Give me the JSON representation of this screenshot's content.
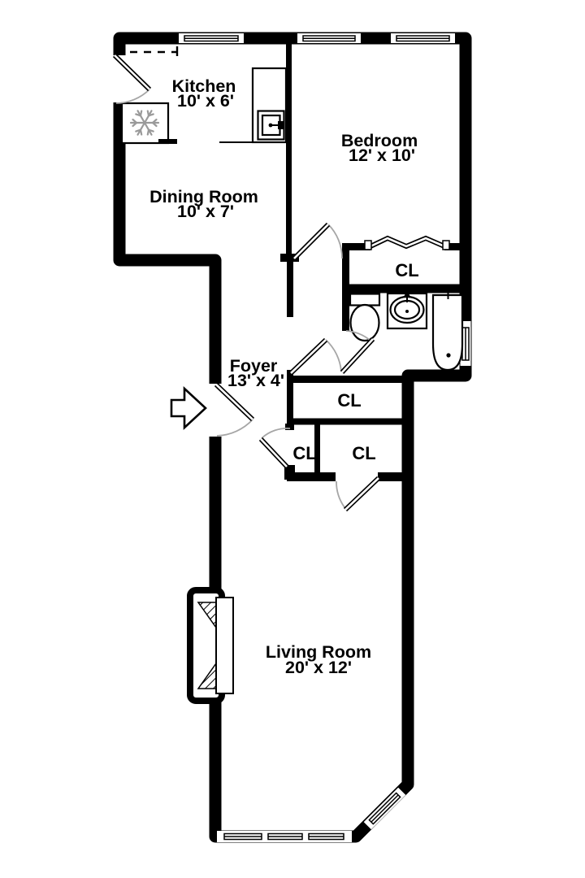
{
  "floor_plan": {
    "rooms": {
      "kitchen": {
        "name": "Kitchen",
        "dims": "10' x 6'"
      },
      "bedroom": {
        "name": "Bedroom",
        "dims": "12' x 10'"
      },
      "dining_room": {
        "name": "Dining Room",
        "dims": "10' x 7'"
      },
      "foyer": {
        "name": "Foyer",
        "dims": "13' x 4'"
      },
      "living_room": {
        "name": "Living Room",
        "dims": "20' x 12'"
      }
    },
    "closets": {
      "bedroom_closet": {
        "label": "CL"
      },
      "hall_closet": {
        "label": "CL"
      },
      "foyer_closet_left": {
        "label": "CL"
      },
      "foyer_closet_right": {
        "label": "CL"
      }
    },
    "icons": {
      "refrigerator": "snowflake-icon",
      "stove": "stove-icon",
      "toilet": "toilet-icon",
      "sink": "sink-icon",
      "bathtub": "bathtub-icon",
      "fireplace": "fireplace-icon",
      "entry": "entry-arrow-icon",
      "window": "window-icon",
      "door": "door-swing-icon",
      "accordion_door": "accordion-door-icon"
    },
    "colors": {
      "wall": "#000000",
      "background": "#ffffff",
      "door_arc": "#a6a6a6",
      "snowflake": "#9a9a9a"
    }
  }
}
